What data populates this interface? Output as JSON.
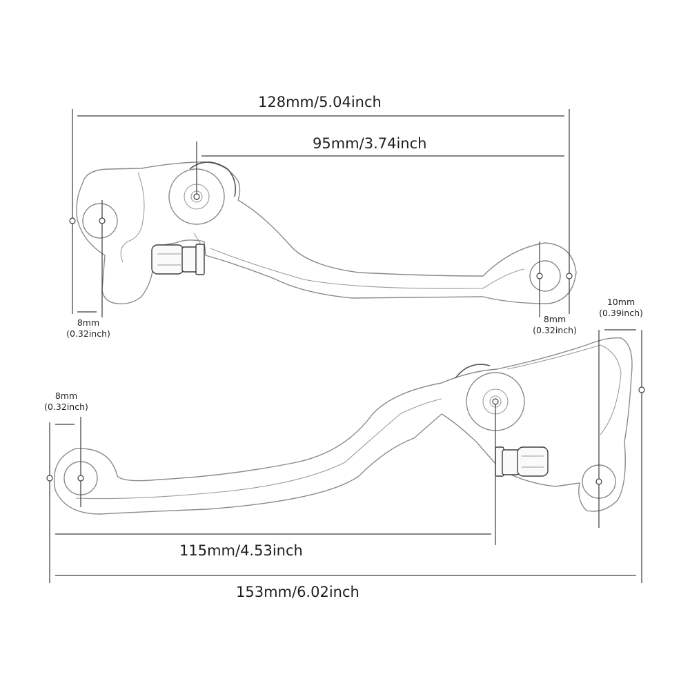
{
  "dimensions": {
    "top_overall": "128mm/5.04inch",
    "top_pivot": "95mm/3.74inch",
    "top_left_hole_mm": "8mm",
    "top_left_hole_in": "(0.32inch)",
    "top_right_hole_mm": "8mm",
    "top_right_hole_in": "(0.32inch)",
    "bottom_right_hole_mm": "10mm",
    "bottom_right_hole_in": "(0.39inch)",
    "bottom_left_hole_mm": "8mm",
    "bottom_left_hole_in": "(0.32inch)",
    "bottom_pivot": "115mm/4.53inch",
    "bottom_overall": "153mm/6.02inch"
  }
}
